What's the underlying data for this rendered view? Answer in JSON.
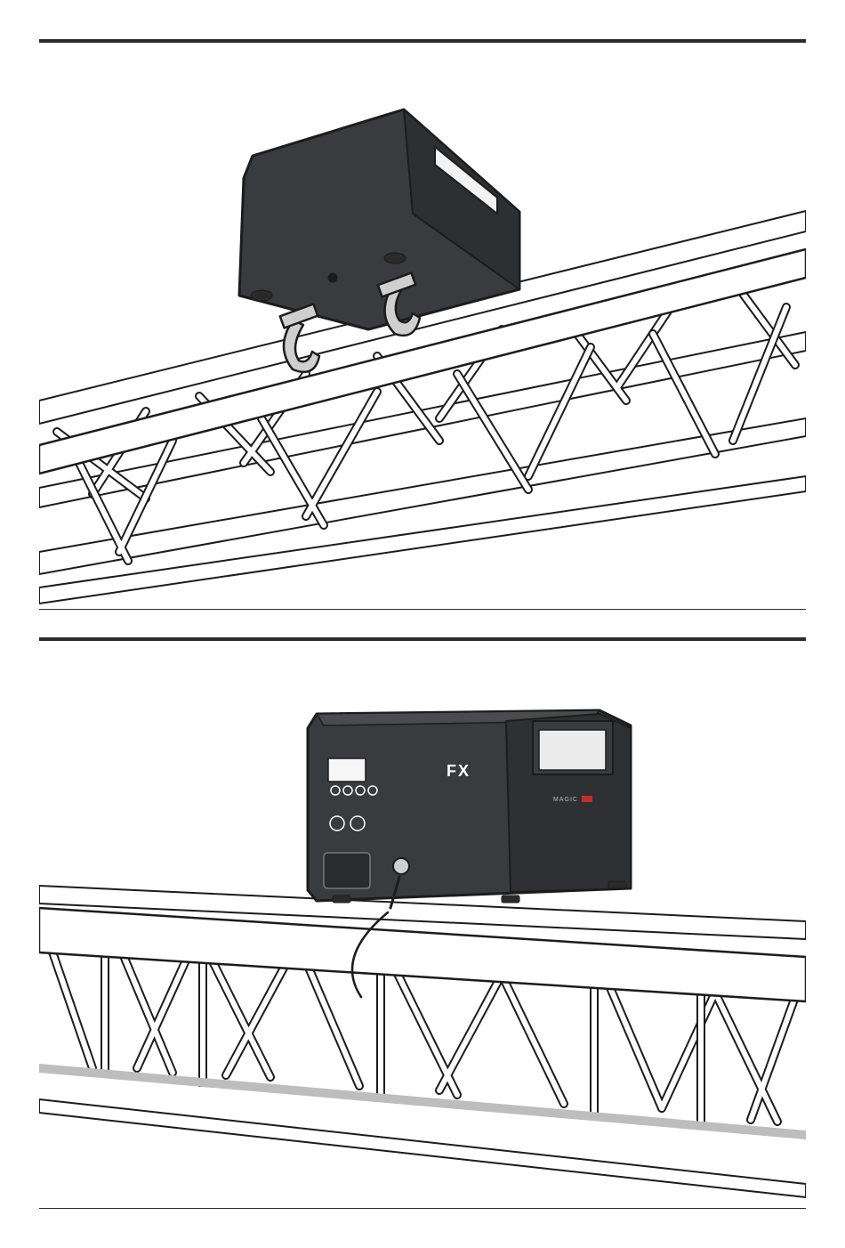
{
  "page": {
    "figures": [
      {
        "id": "truss-top-mount",
        "device_labels": []
      },
      {
        "id": "truss-side-mount-safety",
        "device_labels": {
          "front_logo": "FX",
          "side_brand": "MAGIC"
        }
      }
    ]
  },
  "colors": {
    "rule": "#2b2b2b",
    "device_body": "#3a3b3d",
    "device_edge": "#1c1c1c",
    "truss_fill": "#ffffff",
    "truss_shadow": "#8e8e8e",
    "brand_accent": "#c0302a"
  }
}
